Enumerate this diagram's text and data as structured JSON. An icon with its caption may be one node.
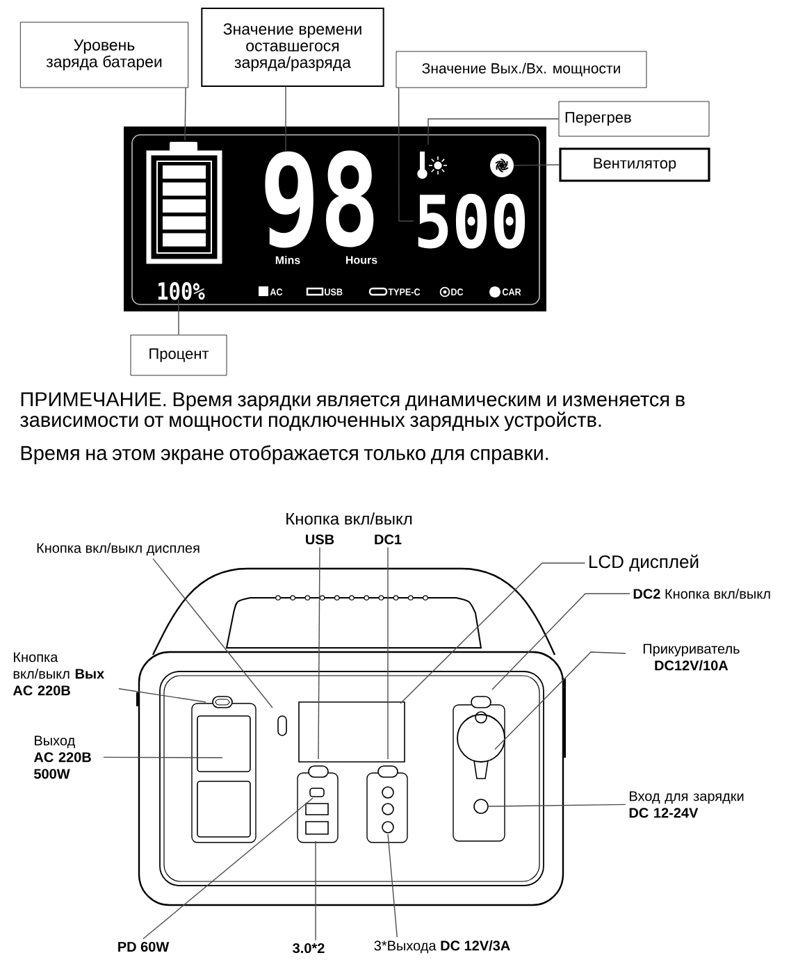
{
  "diagram": {
    "nodes": [
      {
        "text": [
          "Уровень заряда батареи"
        ]
      },
      {
        "text": [
          "Значение времени оставшегося заряда/разряда"
        ]
      },
      {
        "text": [
          "Значение Вых./Вх. мощности"
        ]
      },
      {
        "text": [
          "Перегрев"
        ]
      },
      {
        "text": [
          "Вентилятор"
        ]
      },
      {
        "text": [
          "Процент"
        ]
      },
      {
        "text": [
          "USB"
        ]
      },
      {
        "text": [
          "DC1"
        ]
      },
      {
        "text": [
          "Кнопка вкл/выкл дисплея"
        ]
      },
      {
        "text": [
          "LCD дисплей"
        ]
      },
      {
        "text": [
          "**DC2** Кнопка вкл/выкл"
        ]
      },
      {
        "text": [
          "Кнопка вкл/выкл **Вых AC 220В**"
        ]
      },
      {
        "text": [
          "Прикуриватель **DC12V/10A**"
        ]
      },
      {
        "text": [
          "Выход **AC 220В 500W**"
        ]
      },
      {
        "text": [
          "Вход для зарядки **DC 12-24V**"
        ]
      },
      {
        "text": [
          "PD 60W"
        ]
      },
      {
        "text": [
          "3.0*2"
        ]
      },
      {
        "text": [
          "3*Выхода **DC 12V/3A**"
        ]
      },
      {
        "text": [
          "98"
        ]
      },
      {
        "text": [
          "500"
        ]
      },
      {
        "text": [
          "100%"
        ]
      },
      {
        "text": [],
        "shape": "fan"
      }
    ],
    "edges": [
      {
        "from": 0,
        "to": null,
        "arrow": "none"
      },
      {
        "from": 1,
        "to": 18,
        "arrow": "none"
      },
      {
        "from": 2,
        "to": 19,
        "arrow": "none"
      },
      {
        "from": 3,
        "to": null,
        "arrow": "none"
      },
      {
        "from": 4,
        "to": 21,
        "arrow": "none"
      },
      {
        "from": 5,
        "to": 20,
        "arrow": "none"
      },
      {
        "from": 6,
        "to": null,
        "arrow": "none"
      },
      {
        "from": 7,
        "to": null,
        "arrow": "none"
      },
      {
        "from": 8,
        "to": null,
        "arrow": "none"
      },
      {
        "from": 9,
        "to": null,
        "arrow": "none"
      },
      {
        "from": 10,
        "to": null,
        "arrow": "none"
      },
      {
        "from": 11,
        "to": null,
        "arrow": "none"
      },
      {
        "from": 12,
        "to": null,
        "arrow": "none"
      },
      {
        "from": 13,
        "to": null,
        "arrow": "none"
      },
      {
        "from": 14,
        "to": null,
        "arrow": "none"
      },
      {
        "from": 15,
        "to": null,
        "arrow": "none"
      },
      {
        "from": 16,
        "to": null,
        "arrow": "none"
      },
      {
        "from": 17,
        "to": null,
        "arrow": "none"
      }
    ],
    "labels": [
      "Mins",
      "Hours",
      "AC",
      "USB",
      "TYPE-C",
      "DC",
      "CAR",
      "ПРИМЕЧАНИЕ. Время зарядки является динамическим и изменяется в зависимости от мощности подключенных зарядных устройств.",
      "Время на этом экране отображается только для справки.",
      "Кнопка вкл/выкл"
    ]
  }
}
